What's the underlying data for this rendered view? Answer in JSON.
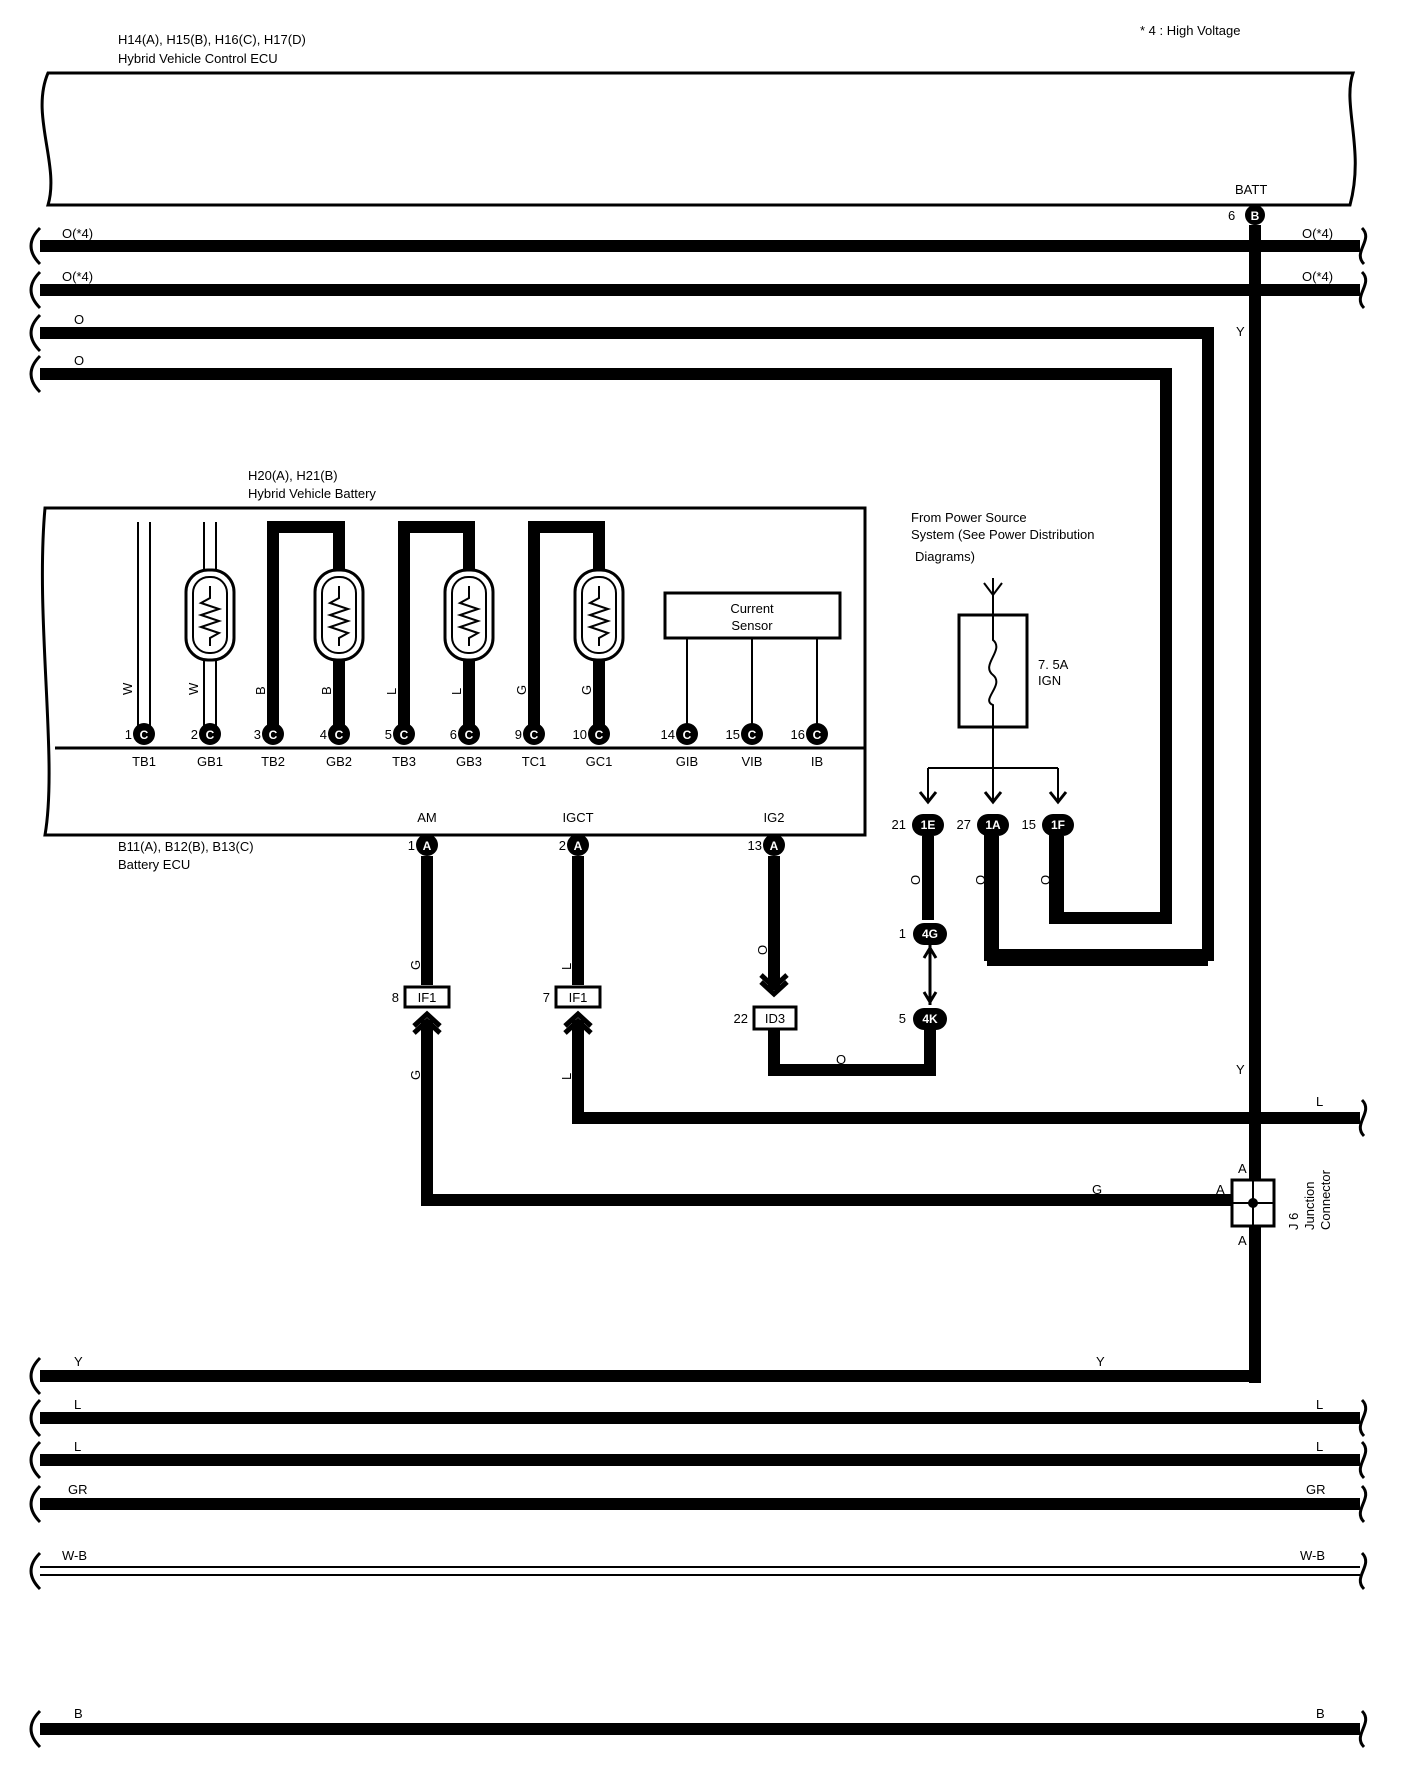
{
  "note": "* 4 : High Voltage",
  "hv_ecu": {
    "connectors": "H14(A), H15(B), H16(C), H17(D)",
    "name": "Hybrid Vehicle Control ECU",
    "batt_label": "BATT",
    "batt_pin": "6",
    "batt_conn": "B"
  },
  "hv_battery": {
    "connectors": "H20(A), H21(B)",
    "name": "Hybrid Vehicle Battery"
  },
  "battery_ecu": {
    "connectors": "B11(A), B12(B), B13(C)",
    "name": "Battery ECU"
  },
  "current_sensor": {
    "line1": "Current",
    "line2": "Sensor"
  },
  "power_source": {
    "line1": "From Power Source",
    "line2": "System (See Power Distribution",
    "line3": "Diagrams)"
  },
  "fuse": {
    "rating": "7. 5A",
    "name": "IGN"
  },
  "junction": {
    "id": "J 6",
    "line1": "Junction",
    "line2": "Connector",
    "pin": "A"
  },
  "top_wires": [
    {
      "left": "O(*4)",
      "right": "O(*4)"
    },
    {
      "left": "O(*4)",
      "right": "O(*4)"
    },
    {
      "left": "O"
    },
    {
      "left": "O"
    }
  ],
  "bottom_wires": [
    {
      "left": "Y",
      "mid": "Y"
    },
    {
      "left": "L",
      "right": "L"
    },
    {
      "left": "L",
      "right": "L"
    },
    {
      "left": "GR",
      "right": "GR"
    },
    {
      "left": "W-B",
      "right": "W-B"
    },
    {
      "left": "B",
      "right": "B"
    }
  ],
  "ecu_pins": [
    {
      "num": "1",
      "conn": "C",
      "name": "TB1",
      "color": "W"
    },
    {
      "num": "2",
      "conn": "C",
      "name": "GB1",
      "color": "W"
    },
    {
      "num": "3",
      "conn": "C",
      "name": "TB2",
      "color": "B"
    },
    {
      "num": "4",
      "conn": "C",
      "name": "GB2",
      "color": "B"
    },
    {
      "num": "5",
      "conn": "C",
      "name": "TB3",
      "color": "L"
    },
    {
      "num": "6",
      "conn": "C",
      "name": "GB3",
      "color": "L"
    },
    {
      "num": "9",
      "conn": "C",
      "name": "TC1",
      "color": "G"
    },
    {
      "num": "10",
      "conn": "C",
      "name": "GC1",
      "color": "G"
    },
    {
      "num": "14",
      "conn": "C",
      "name": "GIB"
    },
    {
      "num": "15",
      "conn": "C",
      "name": "VIB"
    },
    {
      "num": "16",
      "conn": "C",
      "name": "IB"
    }
  ],
  "bottom_pins": [
    {
      "num": "1",
      "conn": "A",
      "name": "AM"
    },
    {
      "num": "2",
      "conn": "A",
      "name": "IGCT"
    },
    {
      "num": "13",
      "conn": "A",
      "name": "IG2"
    }
  ],
  "fuse_pins": [
    {
      "num": "21",
      "conn": "1E"
    },
    {
      "num": "27",
      "conn": "1A"
    },
    {
      "num": "15",
      "conn": "1F"
    }
  ],
  "connectors": {
    "if1_a": {
      "num": "8",
      "id": "IF1"
    },
    "if1_b": {
      "num": "7",
      "id": "IF1"
    },
    "id3": {
      "num": "22",
      "id": "ID3"
    },
    "c4g": {
      "num": "1",
      "id": "4G"
    },
    "c4k": {
      "num": "5",
      "id": "4K"
    }
  },
  "wire_colors": {
    "y": "Y",
    "g": "G",
    "l": "L",
    "o": "O"
  }
}
